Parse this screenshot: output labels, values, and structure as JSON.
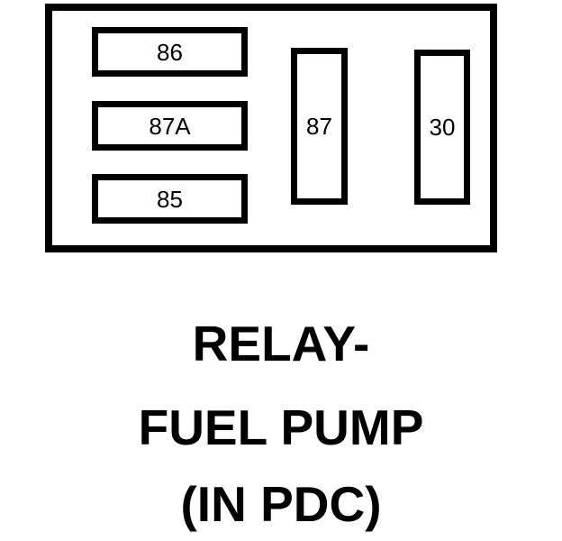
{
  "diagram": {
    "type": "relay-pinout",
    "pins": [
      {
        "id": "pin-86",
        "label": "86"
      },
      {
        "id": "pin-87a",
        "label": "87A"
      },
      {
        "id": "pin-85",
        "label": "85"
      },
      {
        "id": "pin-87",
        "label": "87"
      },
      {
        "id": "pin-30",
        "label": "30"
      }
    ],
    "caption_lines": [
      "RELAY-",
      "FUEL PUMP",
      "(IN PDC)"
    ]
  },
  "colors": {
    "line": "#000000",
    "background": "#ffffff"
  }
}
